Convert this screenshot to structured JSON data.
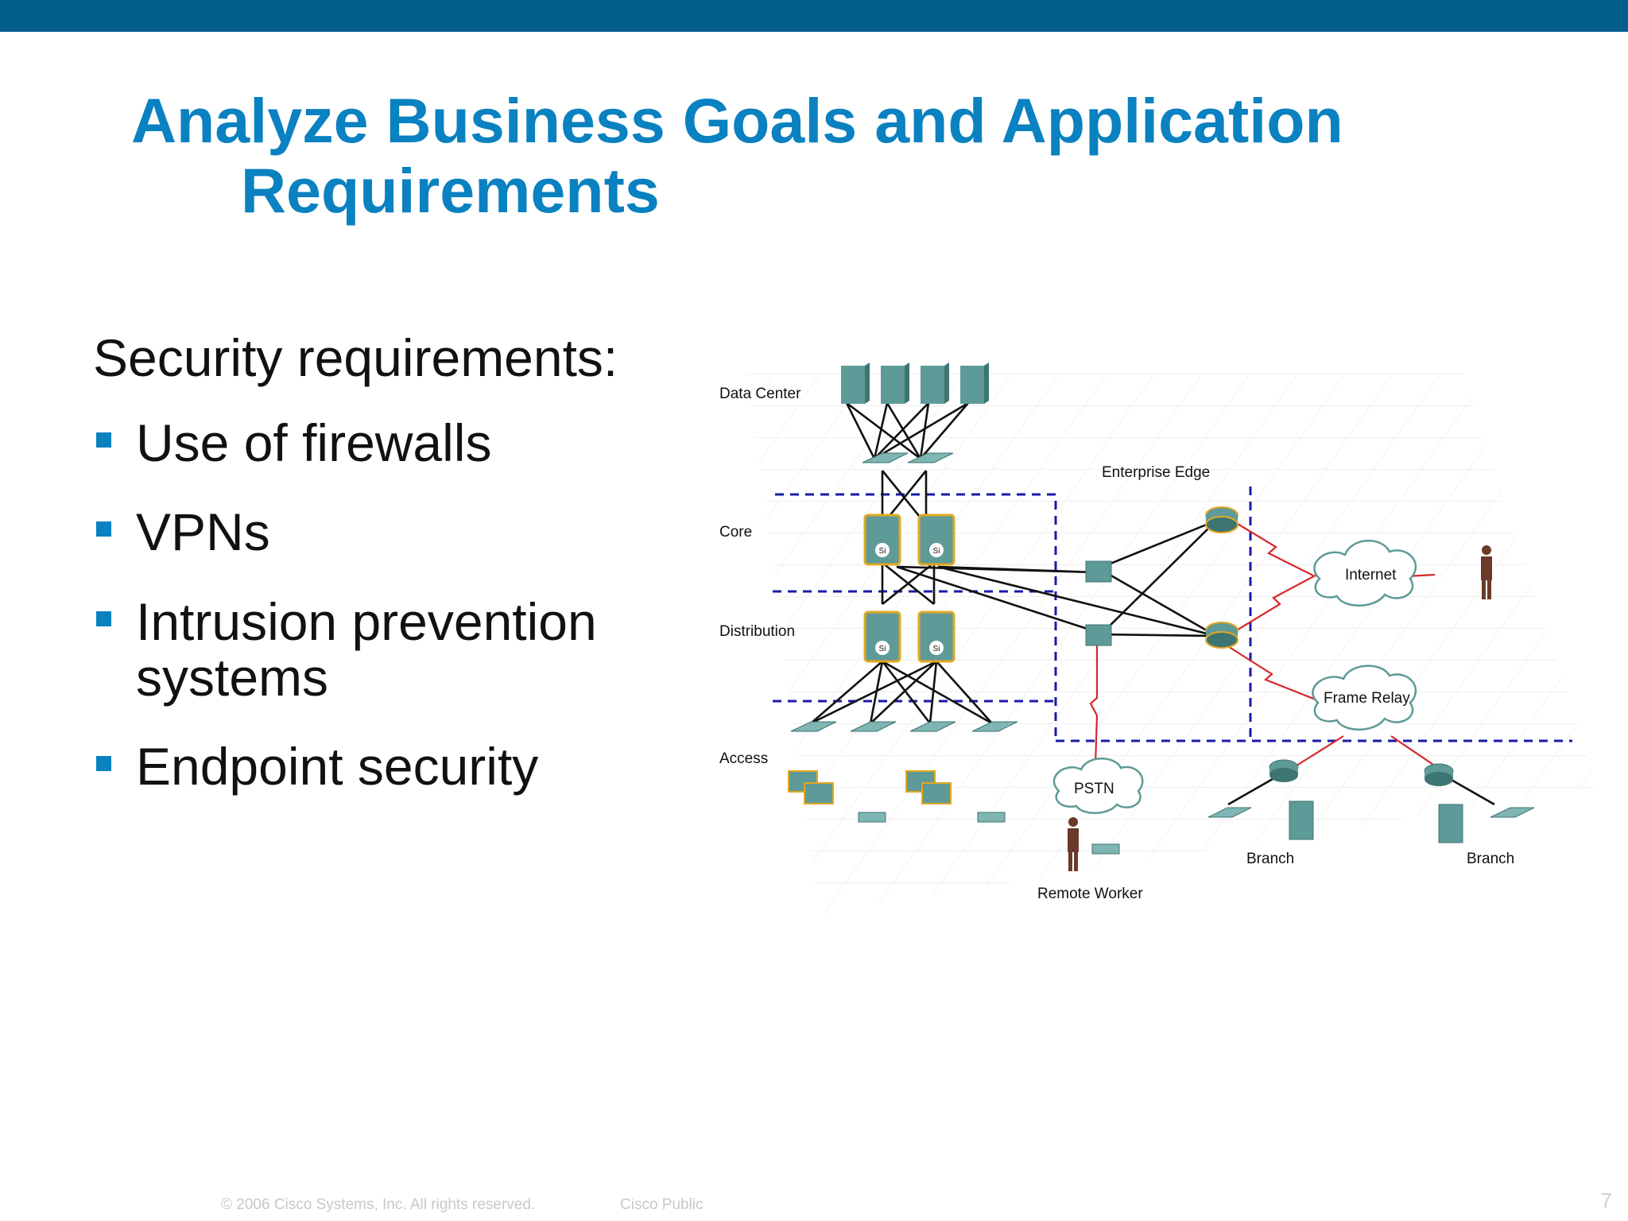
{
  "slide": {
    "title_line1": "Analyze Business Goals and Application",
    "title_line2": "Requirements",
    "heading": "Security requirements:",
    "bullets": [
      "Use of firewalls",
      "VPNs",
      "Intrusion prevention",
      "systems",
      "Endpoint security"
    ],
    "page_number": "7"
  },
  "diagram": {
    "labels": {
      "data_center": "Data Center",
      "core": "Core",
      "distribution": "Distribution",
      "access": "Access",
      "enterprise_edge": "Enterprise Edge",
      "internet": "Internet",
      "frame_relay": "Frame Relay",
      "pstn": "PSTN",
      "branch_1": "Branch",
      "branch_2": "Branch",
      "remote_worker": "Remote Worker"
    },
    "colors": {
      "device": "#5e9a98",
      "device_dark": "#3d7573",
      "boundary": "#1a1aa8",
      "wan_link": "#d62828",
      "link": "#111111"
    }
  },
  "footer": {
    "copyright": "© 2006 Cisco Systems, Inc. All rights reserved.",
    "classification": "Cisco Public"
  }
}
